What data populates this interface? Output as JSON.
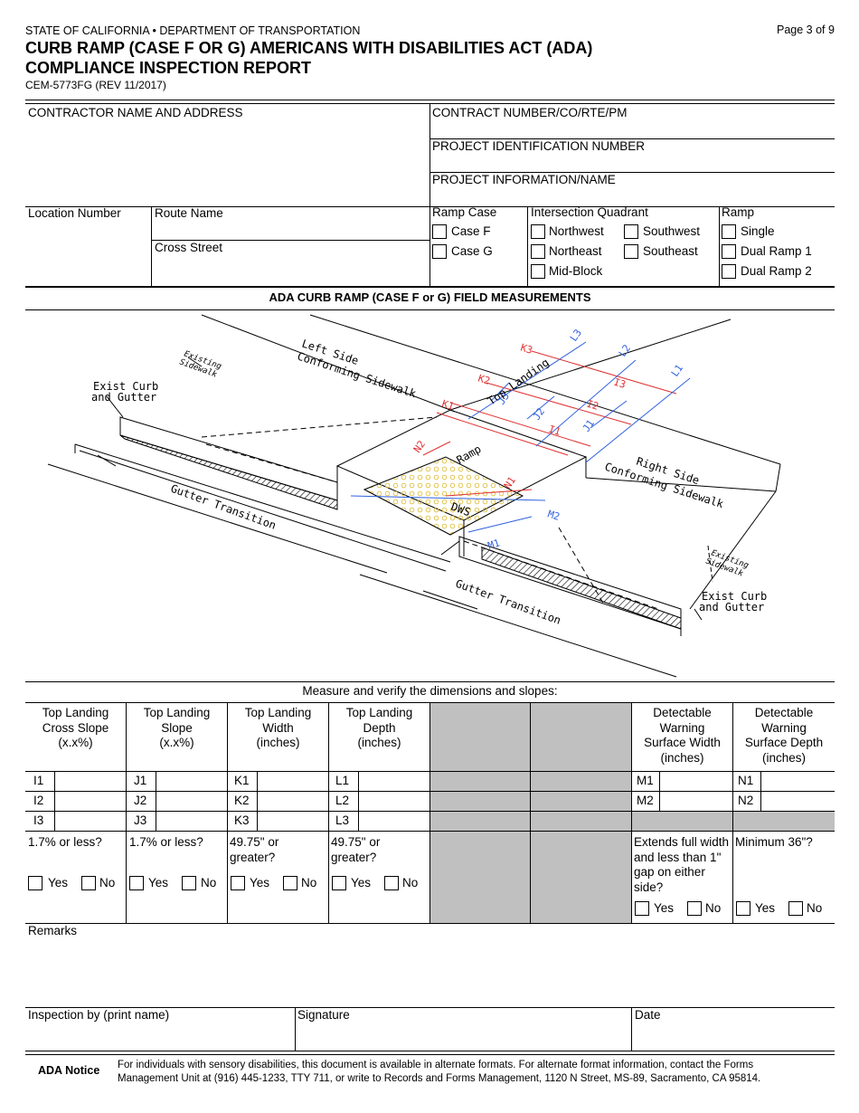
{
  "header": {
    "agency": "STATE OF CALIFORNIA • DEPARTMENT OF TRANSPORTATION",
    "title_line1": "CURB RAMP (CASE F OR G) AMERICANS WITH DISABILITIES ACT (ADA)",
    "title_line2": "COMPLIANCE INSPECTION REPORT",
    "form_number": "CEM-5773FG (REV 11/2017)",
    "page": "Page 3 of 9"
  },
  "top_fields": {
    "contractor": "CONTRACTOR NAME AND ADDRESS",
    "contract_number": "CONTRACT NUMBER/CO/RTE/PM",
    "project_id": "PROJECT IDENTIFICATION NUMBER",
    "project_info": "PROJECT INFORMATION/NAME",
    "location_number": "Location Number",
    "route_name": "Route Name",
    "cross_street": "Cross Street"
  },
  "ramp_case": {
    "label": "Ramp Case",
    "options": [
      "Case F",
      "Case G"
    ]
  },
  "quadrant": {
    "label": "Intersection Quadrant",
    "options": [
      "Northwest",
      "Southwest",
      "Northeast",
      "Southeast",
      "Mid-Block"
    ]
  },
  "ramp": {
    "label": "Ramp",
    "options": [
      "Single",
      "Dual Ramp 1",
      "Dual Ramp 2"
    ]
  },
  "section_title": "ADA CURB RAMP (CASE F or G) FIELD MEASUREMENTS",
  "diagram": {
    "left_conforming": [
      "Left Side",
      "Conforming Sidewalk"
    ],
    "right_conforming": [
      "Right Side",
      "Conforming Sidewalk"
    ],
    "existing_sidewalk": [
      "Existing",
      "Sidewalk"
    ],
    "exist_curb": [
      "Exist Curb",
      "and Gutter"
    ],
    "gutter_transition": "Gutter Transition",
    "top_landing": "Top Landing",
    "ramp": "Ramp",
    "dws": "DWS",
    "marks": {
      "k": [
        "K1",
        "K2",
        "K3"
      ],
      "l": [
        "L1",
        "L2",
        "L3"
      ],
      "i": [
        "I1",
        "I2",
        "I3"
      ],
      "j": [
        "J1",
        "J2",
        "J3"
      ],
      "m": [
        "M1",
        "M2"
      ],
      "n": [
        "N1",
        "N2"
      ]
    },
    "colors": {
      "red": "#e03030",
      "blue": "#3060e0",
      "dws": "#f0d060"
    }
  },
  "measure_caption": "Measure and verify the dimensions and slopes:",
  "columns": [
    {
      "header": [
        "Top Landing",
        "Cross Slope",
        "(x.x%)"
      ],
      "rows": [
        "I1",
        "I2",
        "I3"
      ],
      "question": [
        "1.7% or less?"
      ]
    },
    {
      "header": [
        "Top Landing",
        "Slope",
        "(x.x%)"
      ],
      "rows": [
        "J1",
        "J2",
        "J3"
      ],
      "question": [
        "1.7% or less?"
      ]
    },
    {
      "header": [
        "Top Landing",
        "Width",
        "(inches)"
      ],
      "rows": [
        "K1",
        "K2",
        "K3"
      ],
      "question": [
        "49.75\" or",
        "greater?"
      ]
    },
    {
      "header": [
        "Top Landing",
        "Depth",
        "(inches)"
      ],
      "rows": [
        "L1",
        "L2",
        "L3"
      ],
      "question": [
        "49.75\" or",
        "greater?"
      ]
    },
    {
      "header": [
        "Detectable",
        "Warning",
        "Surface Width",
        "(inches)"
      ],
      "rows": [
        "M1",
        "M2"
      ],
      "question": [
        "Extends full width",
        "and less than 1\"",
        "gap on either",
        "side?"
      ]
    },
    {
      "header": [
        "Detectable",
        "Warning",
        "Surface Depth",
        "(inches)"
      ],
      "rows": [
        "N1",
        "N2"
      ],
      "question": [
        "Minimum 36\"?"
      ]
    }
  ],
  "yes_label": "Yes",
  "no_label": "No",
  "remarks": "Remarks",
  "footer_fields": {
    "inspection_by": "Inspection by (print name)",
    "signature": "Signature",
    "date": "Date"
  },
  "ada_notice": {
    "label": "ADA Notice",
    "line1": "For individuals with sensory disabilities, this document is available in alternate formats. For alternate format information, contact the Forms",
    "line2": "Management Unit at (916) 445-1233, TTY 711, or write to Records and Forms Management, 1120 N Street, MS-89, Sacramento, CA 95814."
  }
}
